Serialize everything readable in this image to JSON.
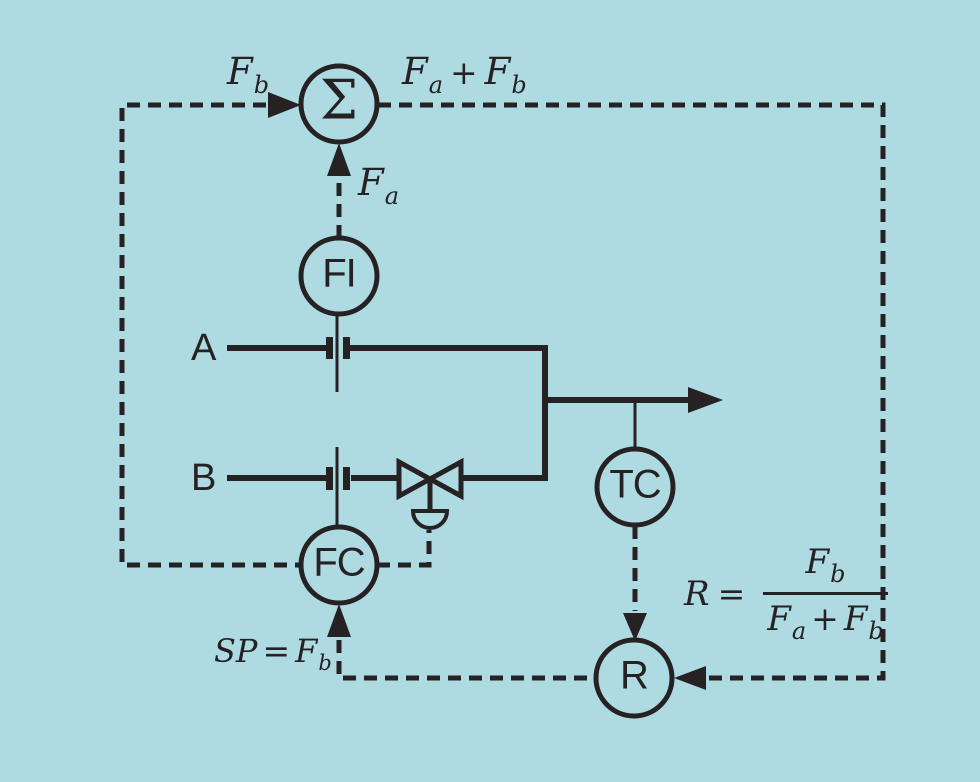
{
  "colors": {
    "background": "#aedae2",
    "line": "#262223"
  },
  "instruments": {
    "summer": "Σ",
    "flow_indicator": "FI",
    "flow_controller": "FC",
    "temperature_controller": "TC",
    "ratio_station": "R"
  },
  "streams": {
    "a": "A",
    "b": "B"
  },
  "math": {
    "fb_top": {
      "base": "F",
      "sub": "b"
    },
    "fa_mid": {
      "base": "F",
      "sub": "a"
    },
    "fa_plus_fb": {
      "f1": "F",
      "s1": "a",
      "op": "+",
      "f2": "F",
      "s2": "b"
    },
    "setpoint": {
      "lhs": "SP",
      "eq": "=",
      "f": "F",
      "sub": "b"
    },
    "ratio_eq": {
      "lhs": "R",
      "eq": "=",
      "num_f": "F",
      "num_s": "b",
      "den_f1": "F",
      "den_s1": "a",
      "den_op": "+",
      "den_f2": "F",
      "den_s2": "b"
    }
  }
}
